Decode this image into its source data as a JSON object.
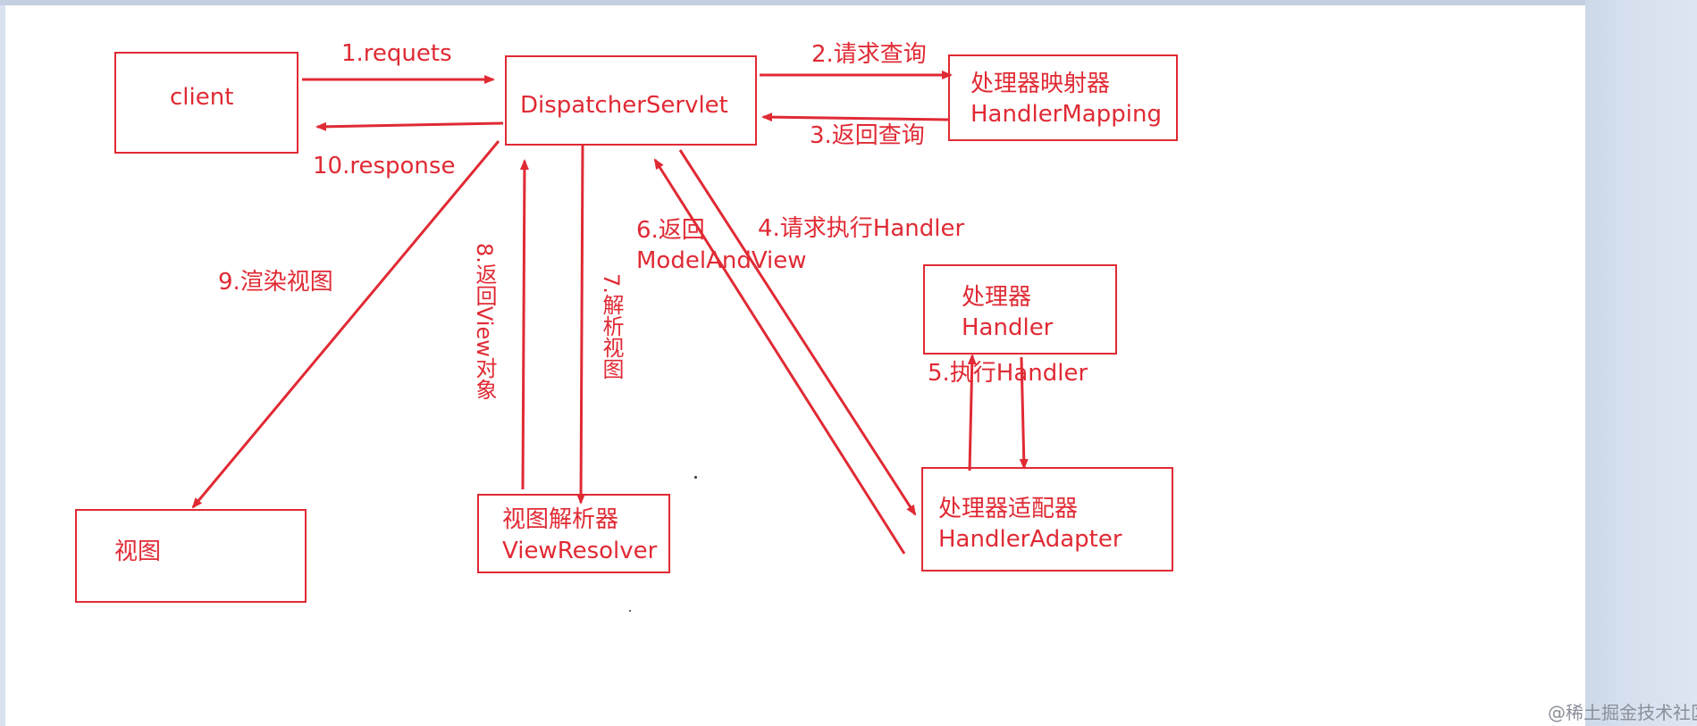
{
  "colors": {
    "accent": "#e02a34",
    "background": "#ffffff"
  },
  "boxes": {
    "client": {
      "label": "client"
    },
    "dispatcher": {
      "label": "DispatcherServlet"
    },
    "handler_mapping": {
      "line1": "处理器映射器",
      "line2": "HandlerMapping"
    },
    "handler": {
      "line1": "处理器",
      "line2": "Handler"
    },
    "handler_adapter": {
      "line1": "处理器适配器",
      "line2": "HandlerAdapter"
    },
    "view_resolver": {
      "line1": "视图解析器",
      "line2": "ViewResolver"
    },
    "view": {
      "label": "视图"
    }
  },
  "steps": {
    "s1": "1.requets",
    "s2": "2.请求查询",
    "s3": "3.返回查询",
    "s4": "4.请求执行Handler",
    "s5": "5.执行Handler",
    "s6_line1": "6.返回",
    "s6_line2": "ModelAndView",
    "s7": "7.解析视图",
    "s8": "8.返回View对象",
    "s9": "9.渲染视图",
    "s10": "10.response"
  },
  "watermark": "@稀土掘金技术社区"
}
